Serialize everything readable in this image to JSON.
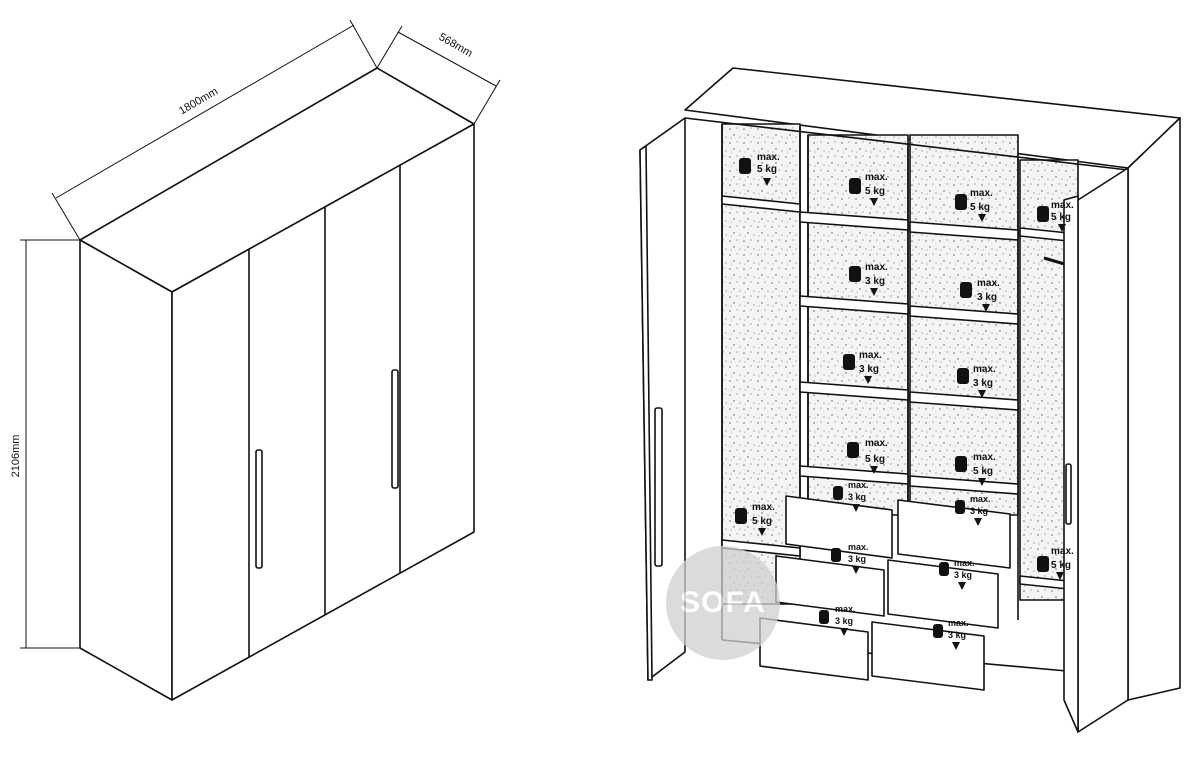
{
  "dimensions": {
    "width_label": "1800mm",
    "depth_label": "568mm",
    "height_label": "2106mm"
  },
  "load_labels": {
    "max": "max.",
    "five": "5 kg",
    "three": "3 kg"
  },
  "watermark": {
    "text": "SOFA"
  },
  "colors": {
    "line": "#111111",
    "fill": "#ffffff",
    "speckle": "#f3f3f3",
    "watermark": "#cfcfcf"
  }
}
